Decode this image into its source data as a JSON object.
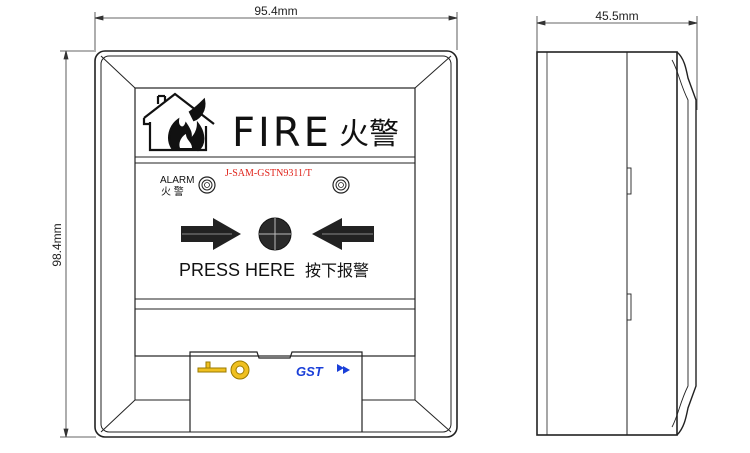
{
  "dimensions": {
    "width_front": "95.4mm",
    "height_front": "98.4mm",
    "depth_side": "45.5mm"
  },
  "front": {
    "title": "FIRE",
    "title_cn": "火警",
    "alarm_label": "ALARM",
    "alarm_label_cn": "火  警",
    "model": "J-SAM-GSTN9311/T",
    "press_label": "PRESS HERE",
    "press_label_cn": "按下报警",
    "brand": "GST",
    "icons": [
      "house-fire-icon",
      "indicator-led-icon",
      "arrow-right-icon",
      "press-button-icon",
      "arrow-left-icon",
      "key-icon",
      "brand-logo-icon"
    ]
  },
  "colors": {
    "model_text": "#e0231b",
    "key": "#f0c020",
    "brand": "#1a3fd8"
  }
}
